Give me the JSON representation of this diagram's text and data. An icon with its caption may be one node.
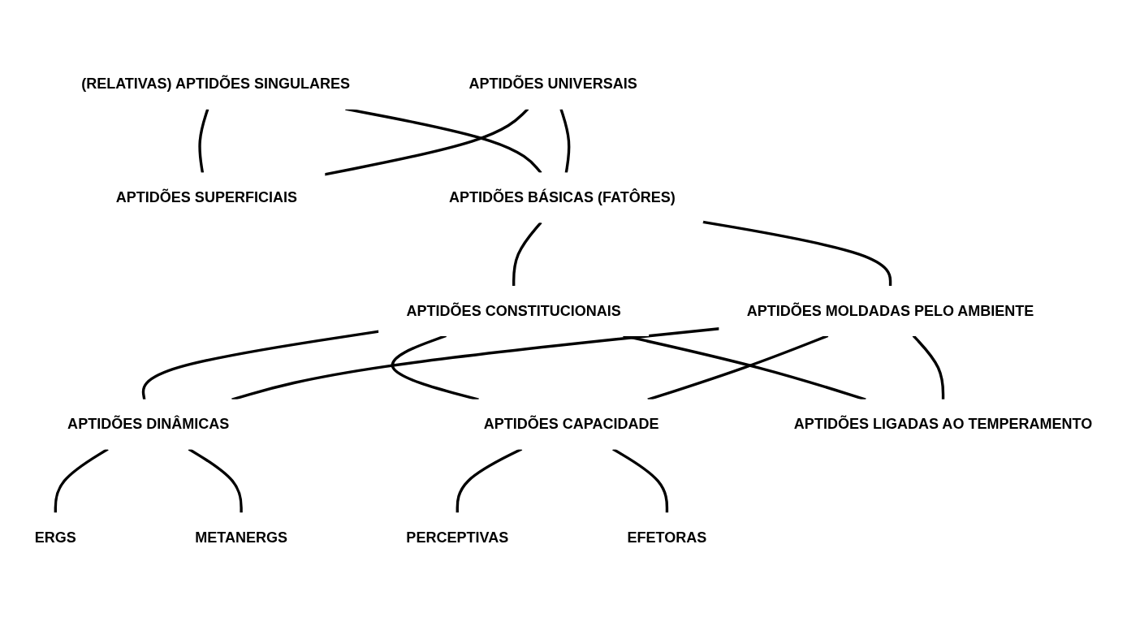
{
  "diagram": {
    "nodes": [
      {
        "text": [
          "(RELATIVAS) APTIDÕES SINGULARES"
        ]
      },
      {
        "text": [
          "APTIDÕES UNIVERSAIS"
        ]
      },
      {
        "text": [
          "APTIDÕES SUPERFICIAIS"
        ]
      },
      {
        "text": [
          "APTIDÕES BÁSICAS (FATÔRES)"
        ]
      },
      {
        "text": [
          "APTIDÕES CONSTITUCIONAIS"
        ]
      },
      {
        "text": [
          "APTIDÕES MOLDADAS PELO AMBIENTE"
        ]
      },
      {
        "text": [
          "APTIDÕES DINÂMICAS"
        ]
      },
      {
        "text": [
          "APTIDÕES CAPACIDADE"
        ]
      },
      {
        "text": [
          "APTIDÕES LIGADAS AO TEMPERAMENTO"
        ]
      },
      {
        "text": [
          "ERGS"
        ]
      },
      {
        "text": [
          "METANERGS"
        ]
      },
      {
        "text": [
          "PERCEPTIVAS"
        ]
      },
      {
        "text": [
          "EFETORAS"
        ]
      }
    ],
    "edges": [
      {
        "from": 0,
        "to": 2,
        "arrow": "none"
      },
      {
        "from": 0,
        "to": 3,
        "arrow": "none"
      },
      {
        "from": 1,
        "to": 2,
        "arrow": "none"
      },
      {
        "from": 1,
        "to": 3,
        "arrow": "none"
      },
      {
        "from": 3,
        "to": 4,
        "arrow": "none"
      },
      {
        "from": 3,
        "to": 5,
        "arrow": "none"
      },
      {
        "from": 4,
        "to": 6,
        "arrow": "none"
      },
      {
        "from": 5,
        "to": 6,
        "arrow": "none"
      },
      {
        "from": 4,
        "to": 7,
        "arrow": "none"
      },
      {
        "from": 4,
        "to": 8,
        "arrow": "none"
      },
      {
        "from": 5,
        "to": 7,
        "arrow": "none"
      },
      {
        "from": 5,
        "to": 8,
        "arrow": "none"
      },
      {
        "from": 6,
        "to": 9,
        "arrow": "none"
      },
      {
        "from": 6,
        "to": 10,
        "arrow": "none"
      },
      {
        "from": 7,
        "to": 11,
        "arrow": "none"
      },
      {
        "from": 7,
        "to": 12,
        "arrow": "none"
      }
    ]
  }
}
